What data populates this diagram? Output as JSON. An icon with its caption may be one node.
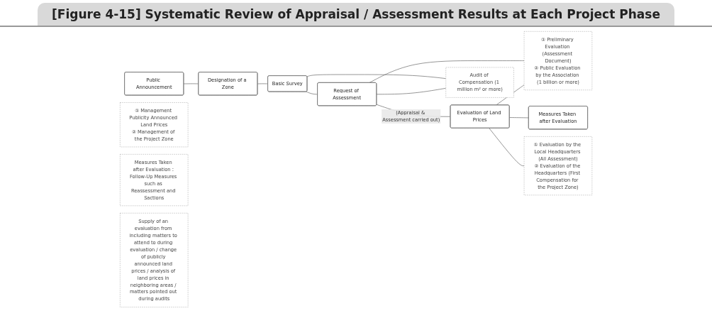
{
  "diagram": {
    "title": "[Figure 4-15] Systematic Review of Appraisal / Assessment Results at Each Project Phase",
    "nodes": [
      {
        "text": [
          "Public Announcement"
        ]
      },
      {
        "text": [
          "Designation of a Zone"
        ]
      },
      {
        "text": [
          "Basic Survey"
        ]
      },
      {
        "text": [
          "Request of Assessment"
        ]
      },
      {
        "text": [
          "Evaluation of Land Prices"
        ]
      },
      {
        "text": [
          "Measures Taken after Evaluation"
        ]
      },
      {
        "text": [
          "① Management Publicity Announced Land Prices",
          "② Management of the Project Zone"
        ]
      },
      {
        "text": [
          "Audit of Compensation (1 million m² or more)"
        ]
      },
      {
        "text": [
          "① Preliminary Evaluation (Assessment Document)",
          "② Public Evaluation by the Association (1 billion or more)"
        ]
      },
      {
        "text": [
          "Measures Taken after Evaluation : Follow-Up Measures such as Reassessment and Sactions"
        ]
      },
      {
        "text": [
          "Supply of an evaluation from including matters to attend to during evaluation / change of publicly announced land prices / analysis of land prices in neighboring areas / matters pointed out during audits"
        ]
      },
      {
        "text": [
          "① Evaluation by the Local Headquarters (All Assessment)",
          "② Evaluation of the Headquarters (First Compensation for the Project Zone)"
        ]
      }
    ],
    "edges": [
      {
        "from": 0,
        "to": 1,
        "arrow": "none"
      },
      {
        "from": 1,
        "to": 2,
        "arrow": "none"
      },
      {
        "from": 2,
        "to": 3,
        "arrow": "none"
      },
      {
        "from": 2,
        "to": 7,
        "arrow": "none"
      },
      {
        "from": 3,
        "to": 7,
        "arrow": "none"
      },
      {
        "from": 3,
        "to": 4,
        "label": "(Appraisal & Assessment carried out)",
        "arrow": "none"
      },
      {
        "from": 3,
        "to": 8,
        "arrow": "none"
      },
      {
        "from": 4,
        "to": 8,
        "arrow": "none"
      },
      {
        "from": 4,
        "to": 5,
        "arrow": "none"
      },
      {
        "from": 4,
        "to": 11,
        "arrow": "none"
      }
    ]
  }
}
